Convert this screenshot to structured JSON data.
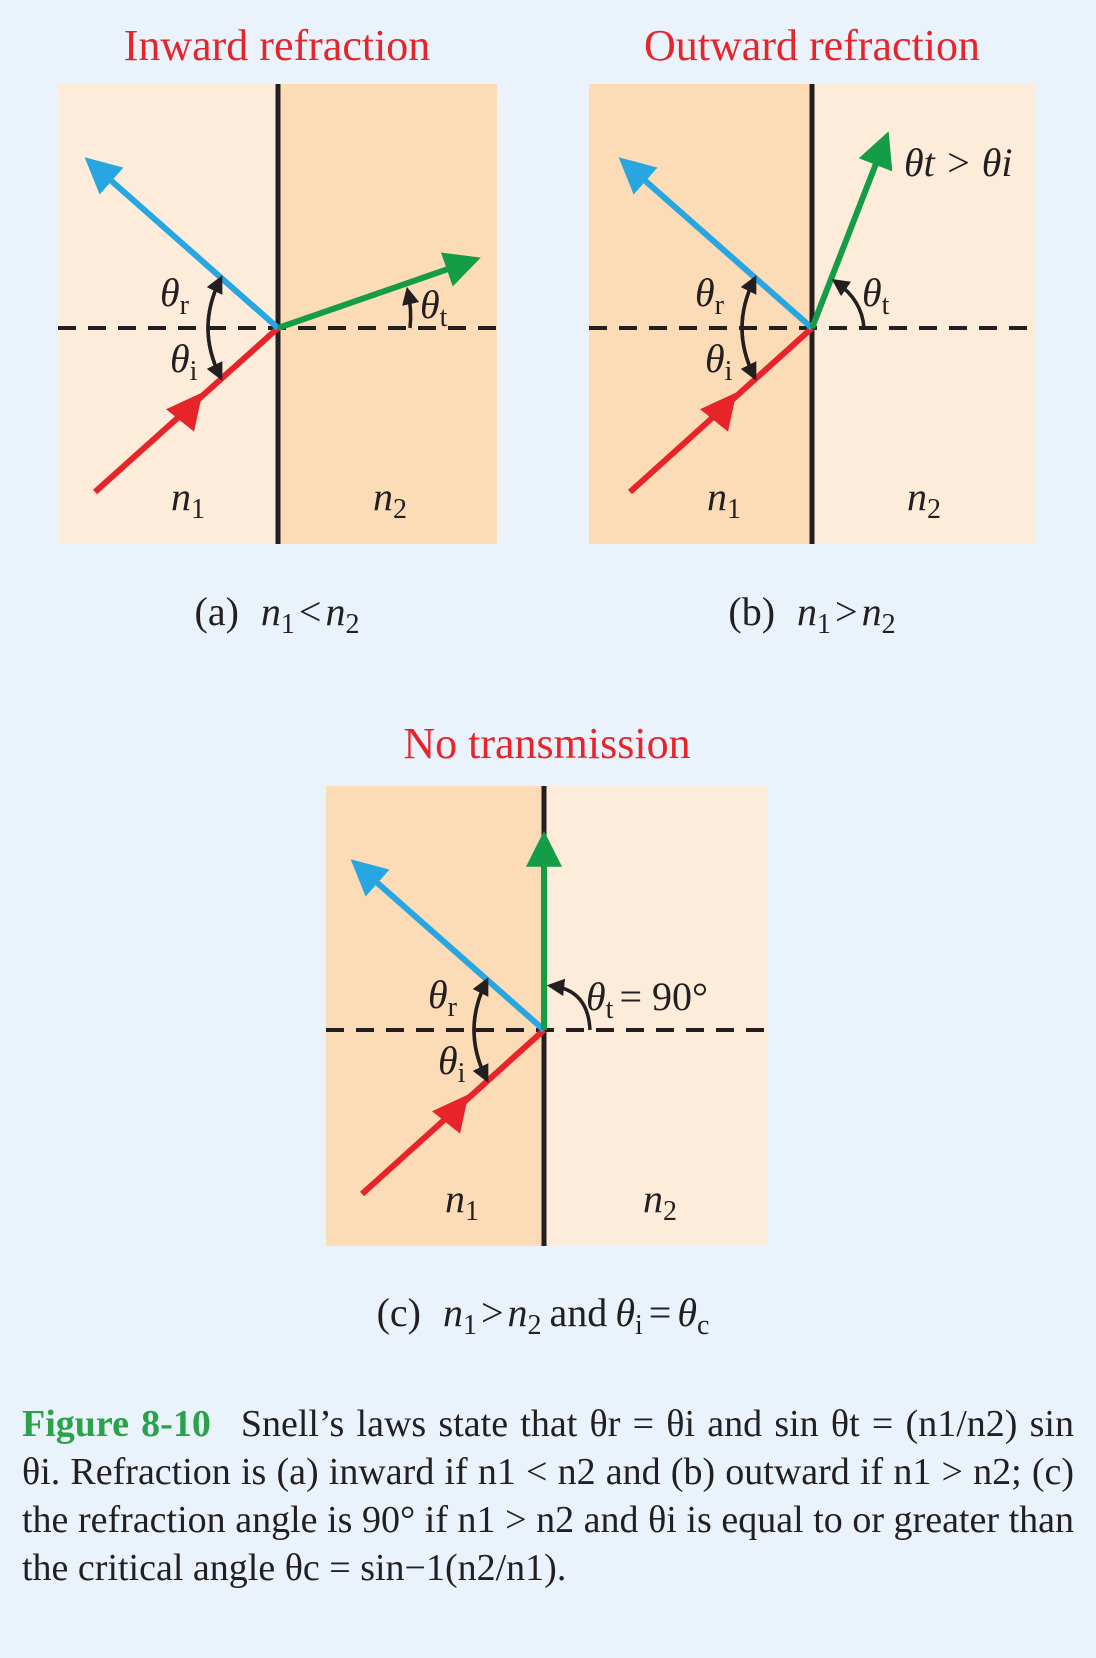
{
  "panels": {
    "a": {
      "title": "Inward refraction",
      "caption_letter": "(a)",
      "caption_relation": "<",
      "theta_t_note": ""
    },
    "b": {
      "title": "Outward refraction",
      "caption_letter": "(b)",
      "caption_relation": ">",
      "theta_t_note": "θt > θi"
    },
    "c": {
      "title": "No transmission",
      "caption_letter": "(c)",
      "caption_relation": ">",
      "caption_extra": "and",
      "theta_t_value": "= 90°"
    }
  },
  "symbols": {
    "theta": "θ",
    "r": "r",
    "i": "i",
    "t": "t",
    "c": "c",
    "n": "n",
    "one": "1",
    "two": "2"
  },
  "caption": {
    "figure_label": "Figure 8-10",
    "text": "Snell’s laws state that θr = θi and sin θt = (n1/n2) sin θi. Refraction is (a) inward if n1 < n2 and (b) outward if n1 > n2; (c) the refraction angle is 90° if n1 > n2 and θi is equal to or greater than the critical angle θc = sin−1(n2/n1)."
  },
  "colors": {
    "background": "#eaf3fb",
    "medium_light": "#fcecd9",
    "medium_dark": "#fcdcb6",
    "incident_ray": "#e8242b",
    "reflected_ray": "#27a6e1",
    "transmitted_ray": "#159c47",
    "title_red": "#e8242b",
    "figure_label_green": "#2aa24a"
  }
}
